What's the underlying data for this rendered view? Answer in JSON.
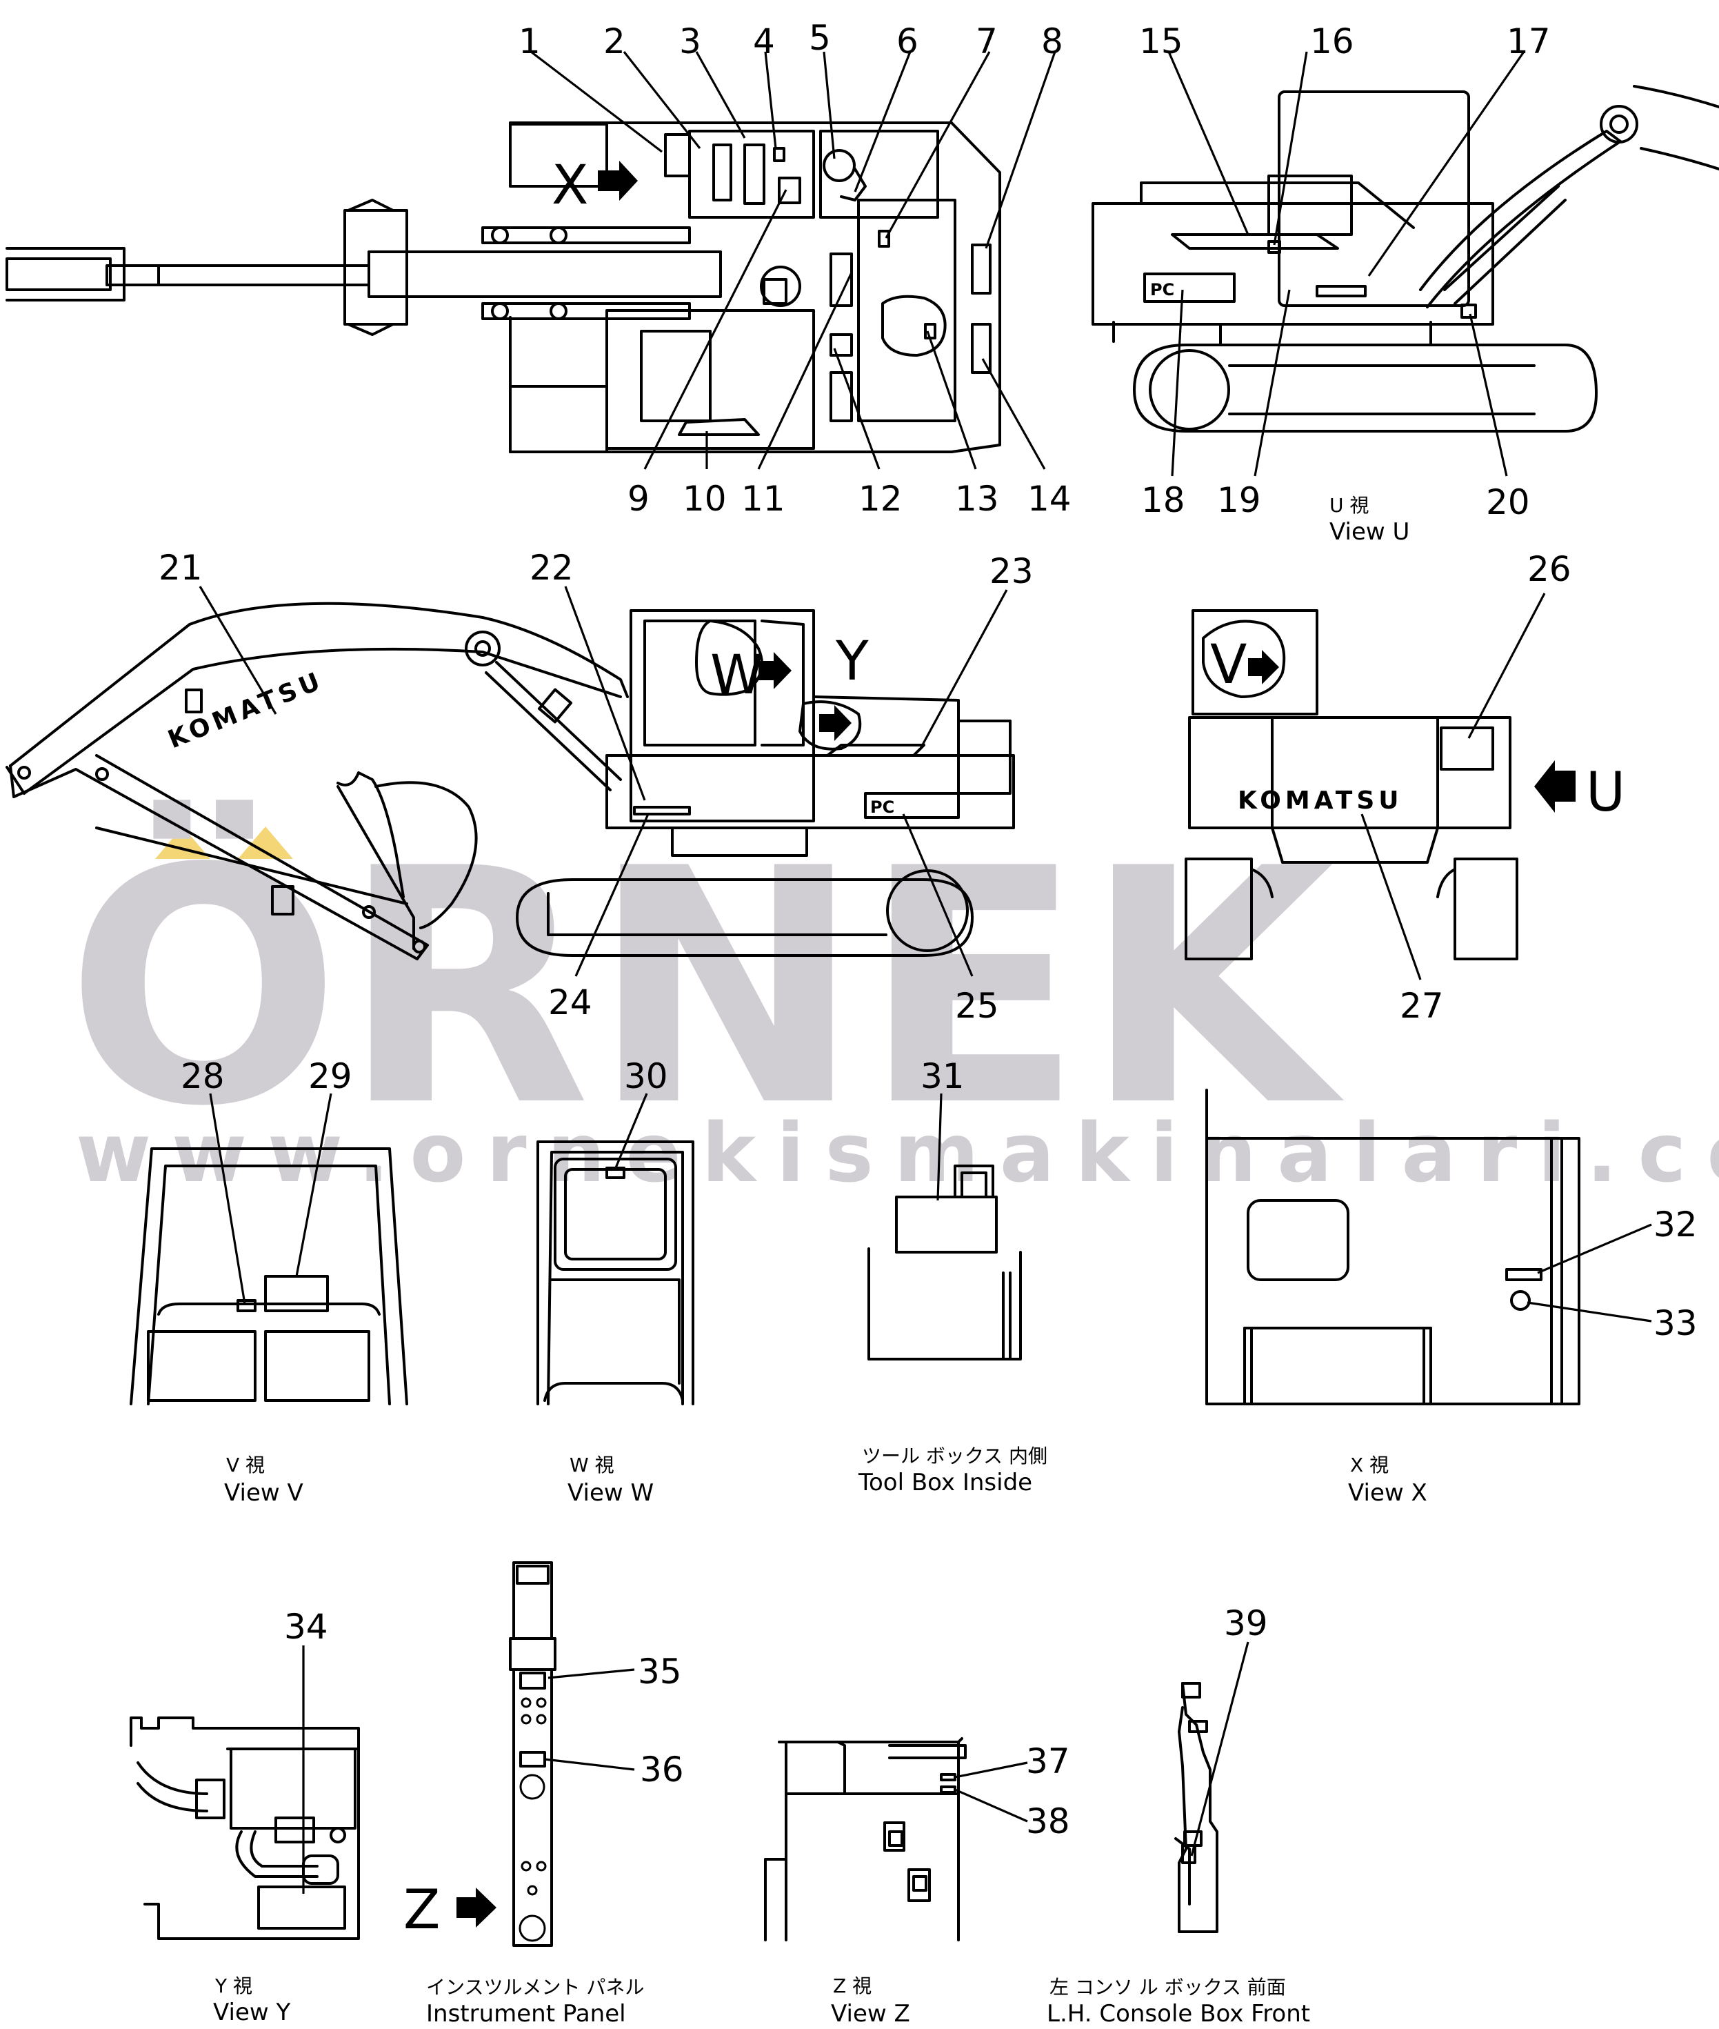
{
  "watermark": {
    "text": "ÖRNEK",
    "url": "www.ornekismakinalari.com.tr",
    "color": "#c9c6cc",
    "accent": "#f3d060"
  },
  "part_numbers": [
    "1",
    "2",
    "3",
    "4",
    "5",
    "6",
    "7",
    "8",
    "9",
    "10",
    "11",
    "12",
    "13",
    "14",
    "15",
    "16",
    "17",
    "18",
    "19",
    "20",
    "21",
    "22",
    "23",
    "24",
    "25",
    "26",
    "27",
    "28",
    "29",
    "30",
    "31",
    "32",
    "33",
    "34",
    "35",
    "36",
    "37",
    "38",
    "39"
  ],
  "view_letters": {
    "x": "X",
    "u": "U",
    "w": "W",
    "y": "Y",
    "v": "V",
    "z": "Z"
  },
  "labels": {
    "brand": "KOMATSU",
    "pc": "PC"
  },
  "captions": {
    "view_u": {
      "jp": "U 視",
      "en": "View U"
    },
    "view_v": {
      "jp": "V 視",
      "en": "View V"
    },
    "view_w": {
      "jp": "W 視",
      "en": "View W"
    },
    "tool_box": {
      "jp": "ツール ボックス 内側",
      "en": "Tool Box Inside"
    },
    "view_x": {
      "jp": "X 視",
      "en": "View X"
    },
    "view_y": {
      "jp": "Y 視",
      "en": "View Y"
    },
    "instrument_panel": {
      "jp": "インスツルメント パネル",
      "en": "Instrument Panel"
    },
    "view_z": {
      "jp": "Z 視",
      "en": "View Z"
    },
    "console_box": {
      "jp": "左 コンソ ル ボックス 前面",
      "en": "L.H. Console Box Front"
    }
  }
}
